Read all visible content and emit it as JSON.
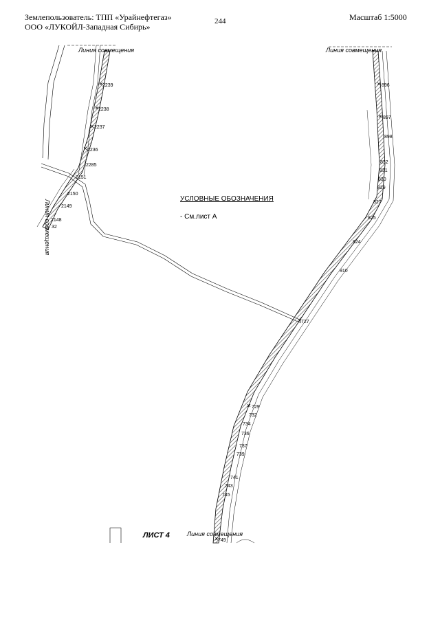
{
  "header": {
    "land_user_line1": "Землепользователь: ТПП «Урайнефтегаз»",
    "land_user_line2": "ООО «ЛУКОЙЛ-Западная Сибирь»",
    "page_number": "244",
    "scale": "Масштаб 1:5000"
  },
  "map": {
    "match_line_label": "Линия совмещения",
    "legend_title": "УСЛОВНЫЕ ОБОЗНАЧЕНИЯ",
    "legend_item": "- См.лист А",
    "sheet_label": "ЛИСТ 4",
    "left_points": [
      "2239",
      "2238",
      "2237",
      "2236",
      "2285",
      "2151",
      "2150",
      "2149",
      "2148",
      "32"
    ],
    "right_points": [
      "896",
      "897",
      "898",
      "832",
      "831",
      "830",
      "829",
      "827",
      "825",
      "824",
      "910",
      "727",
      "729",
      "732",
      "734",
      "736",
      "737",
      "739",
      "741",
      "743",
      "745",
      "749"
    ]
  },
  "colors": {
    "line": "#000000",
    "hatch": "#555555"
  }
}
